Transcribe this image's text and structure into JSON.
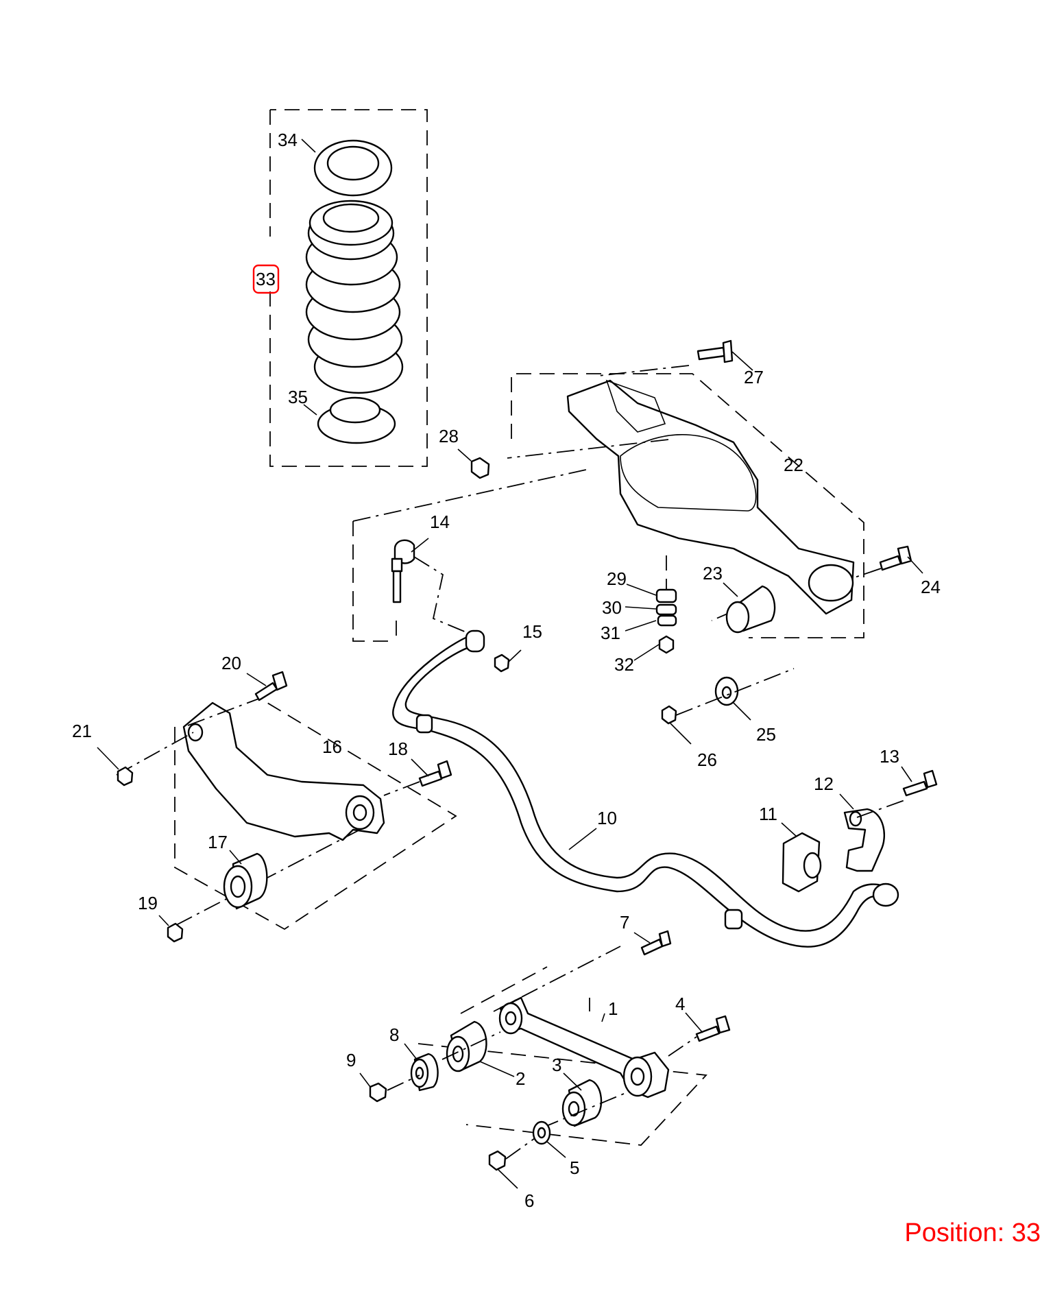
{
  "callouts": {
    "p1": "1",
    "p2": "2",
    "p3": "3",
    "p4": "4",
    "p5": "5",
    "p6": "6",
    "p7": "7",
    "p8": "8",
    "p9": "9",
    "p10": "10",
    "p11": "11",
    "p12": "12",
    "p13": "13",
    "p14": "14",
    "p15": "15",
    "p16": "16",
    "p17": "17",
    "p18": "18",
    "p19": "19",
    "p20": "20",
    "p21": "21",
    "p22": "22",
    "p23": "23",
    "p24": "24",
    "p25": "25",
    "p26": "26",
    "p27": "27",
    "p28": "28",
    "p29": "29",
    "p30": "30",
    "p31": "31",
    "p32": "32",
    "p33": "33",
    "p34": "34",
    "p35": "35"
  },
  "highlight": {
    "part": "33",
    "color": "#ff0000"
  },
  "position_label": "Position: 33"
}
